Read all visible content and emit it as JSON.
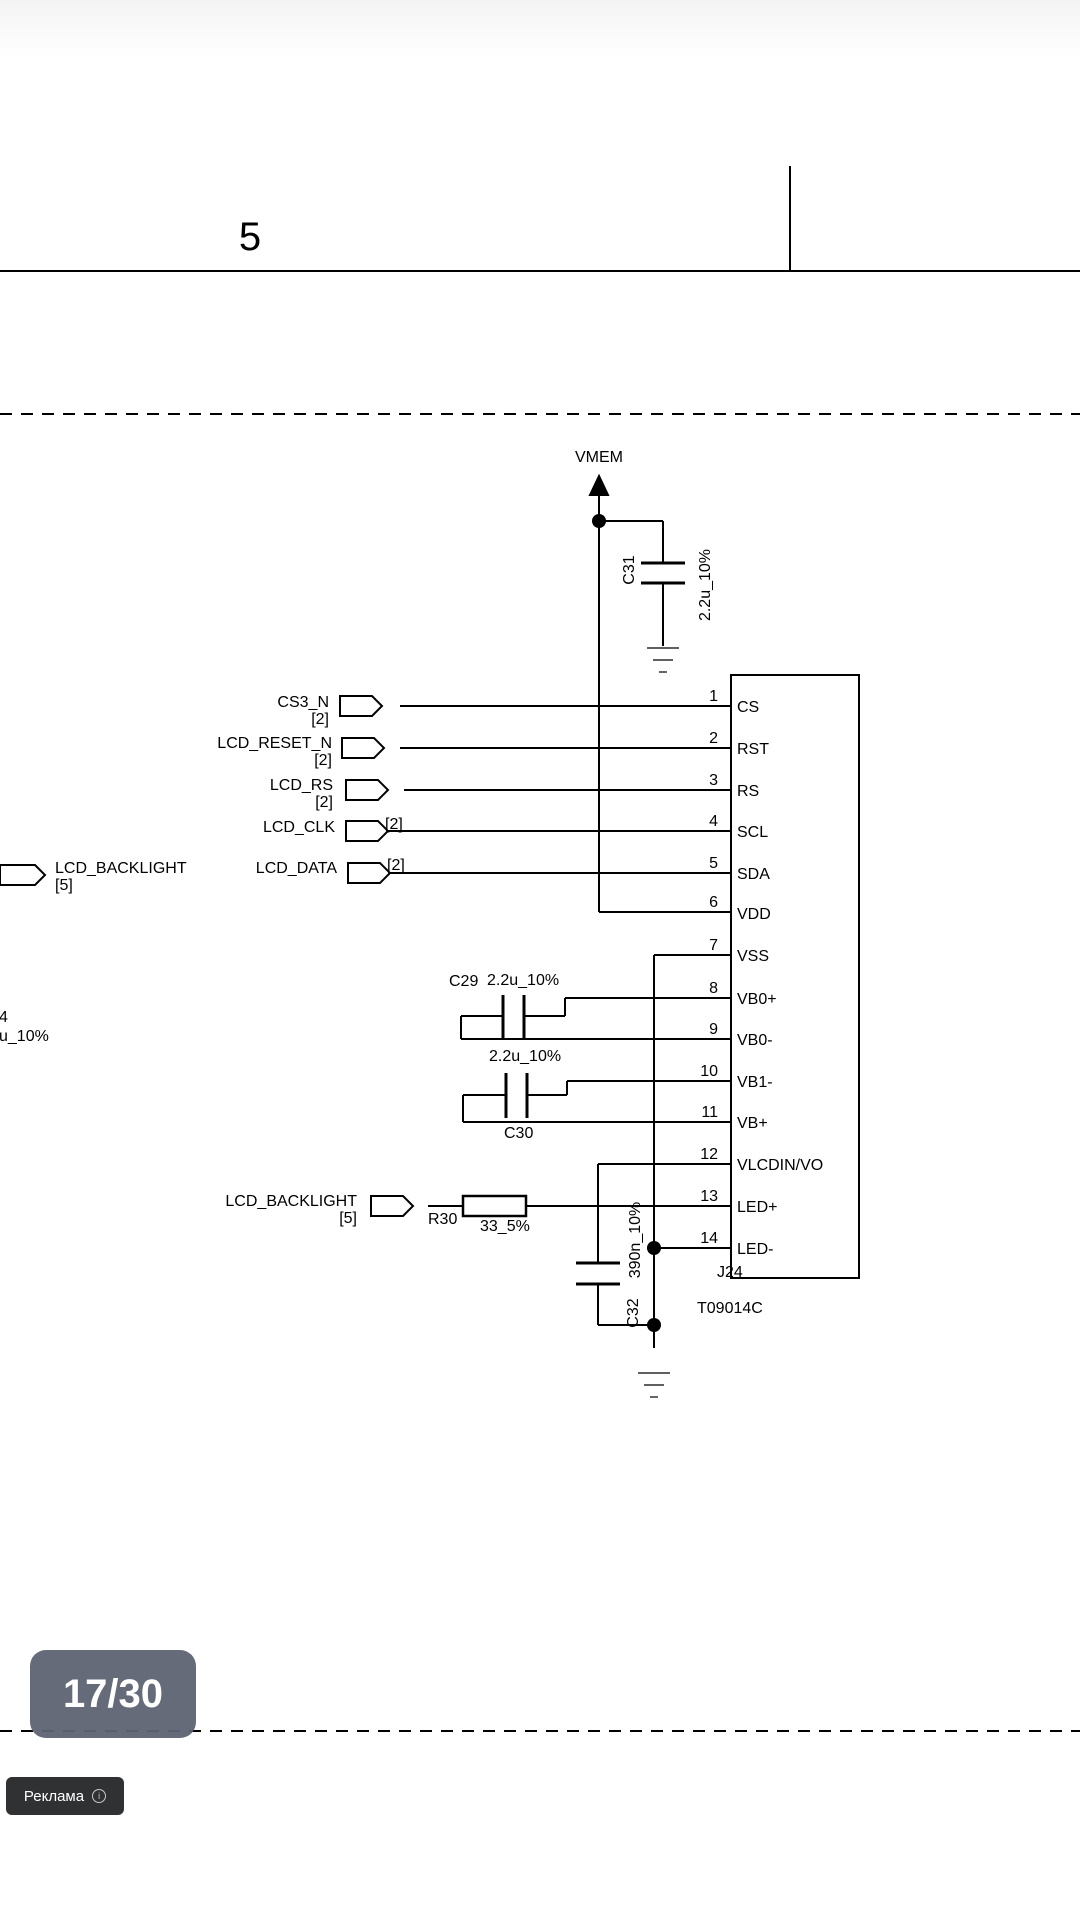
{
  "document": {
    "sheet_zone_number": "5",
    "power_label": "VMEM",
    "connector": {
      "ref": "J24",
      "part": "T09014C",
      "pins": [
        {
          "num": "1",
          "name": "CS"
        },
        {
          "num": "2",
          "name": "RST"
        },
        {
          "num": "3",
          "name": "RS"
        },
        {
          "num": "4",
          "name": "SCL"
        },
        {
          "num": "5",
          "name": "SDA"
        },
        {
          "num": "6",
          "name": "VDD"
        },
        {
          "num": "7",
          "name": "VSS"
        },
        {
          "num": "8",
          "name": "VB0+"
        },
        {
          "num": "9",
          "name": "VB0-"
        },
        {
          "num": "10",
          "name": "VB1-"
        },
        {
          "num": "11",
          "name": "VB+"
        },
        {
          "num": "12",
          "name": "VLCDIN/VO"
        },
        {
          "num": "13",
          "name": "LED+"
        },
        {
          "num": "14",
          "name": "LED-"
        }
      ]
    },
    "signals": [
      {
        "name": "CS3_N",
        "ref": "[2]"
      },
      {
        "name": "LCD_RESET_N",
        "ref": "[2]"
      },
      {
        "name": "LCD_RS",
        "ref": "[2]"
      },
      {
        "name": "LCD_CLK",
        "ref": "[2]"
      },
      {
        "name": "LCD_DATA",
        "ref": "[2]"
      }
    ],
    "backlight_left": {
      "name": "LCD_BACKLIGHT",
      "ref": "[5]"
    },
    "backlight_in": {
      "name": "LCD_BACKLIGHT",
      "ref": "[5]"
    },
    "left_cut_fragment": {
      "line1": "4",
      "line2": "u_10%"
    },
    "components": {
      "c31": {
        "ref": "C31",
        "value": "2.2u_10%"
      },
      "c29": {
        "ref": "C29",
        "value": "2.2u_10%"
      },
      "c30": {
        "ref": "C30",
        "value": "2.2u_10%"
      },
      "c32": {
        "ref": "C32",
        "value": "390n_10%"
      },
      "r30": {
        "ref": "R30",
        "value": "33_5%"
      }
    }
  },
  "viewer": {
    "page_indicator": "17/30",
    "ad_label": "Реклама"
  }
}
